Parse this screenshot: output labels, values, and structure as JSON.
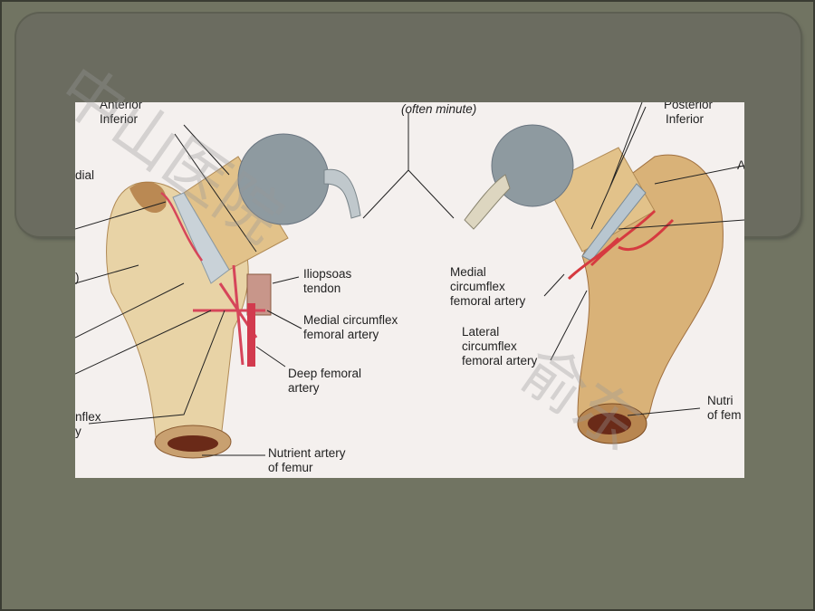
{
  "slide": {
    "figure": {
      "left_view": {
        "labels": {
          "anterior": "Anterior",
          "inferior": "Inferior",
          "medial_partial": "dial",
          "paren_partial": ")",
          "iliopsoas": "Iliopsoas\ntendon",
          "medial_circumflex": "Medial circumflex\nfemoral artery",
          "deep_femoral": "Deep femoral\nartery",
          "circumflex_partial": "nflex\ny",
          "nutrient": "Nutrient artery\nof femur"
        }
      },
      "center_label": "(often minute)",
      "right_view": {
        "labels": {
          "posterior": "Posterior",
          "inferior": "Inferior",
          "a_partial": "A",
          "medial_circumflex": "Medial\ncircumflex\nfemoral artery",
          "lateral_circumflex": "Lateral\ncircumflex\nfemoral artery",
          "nutrient_partial": "Nutri\nof fem"
        }
      }
    },
    "watermark": "中山医院 俞东"
  }
}
